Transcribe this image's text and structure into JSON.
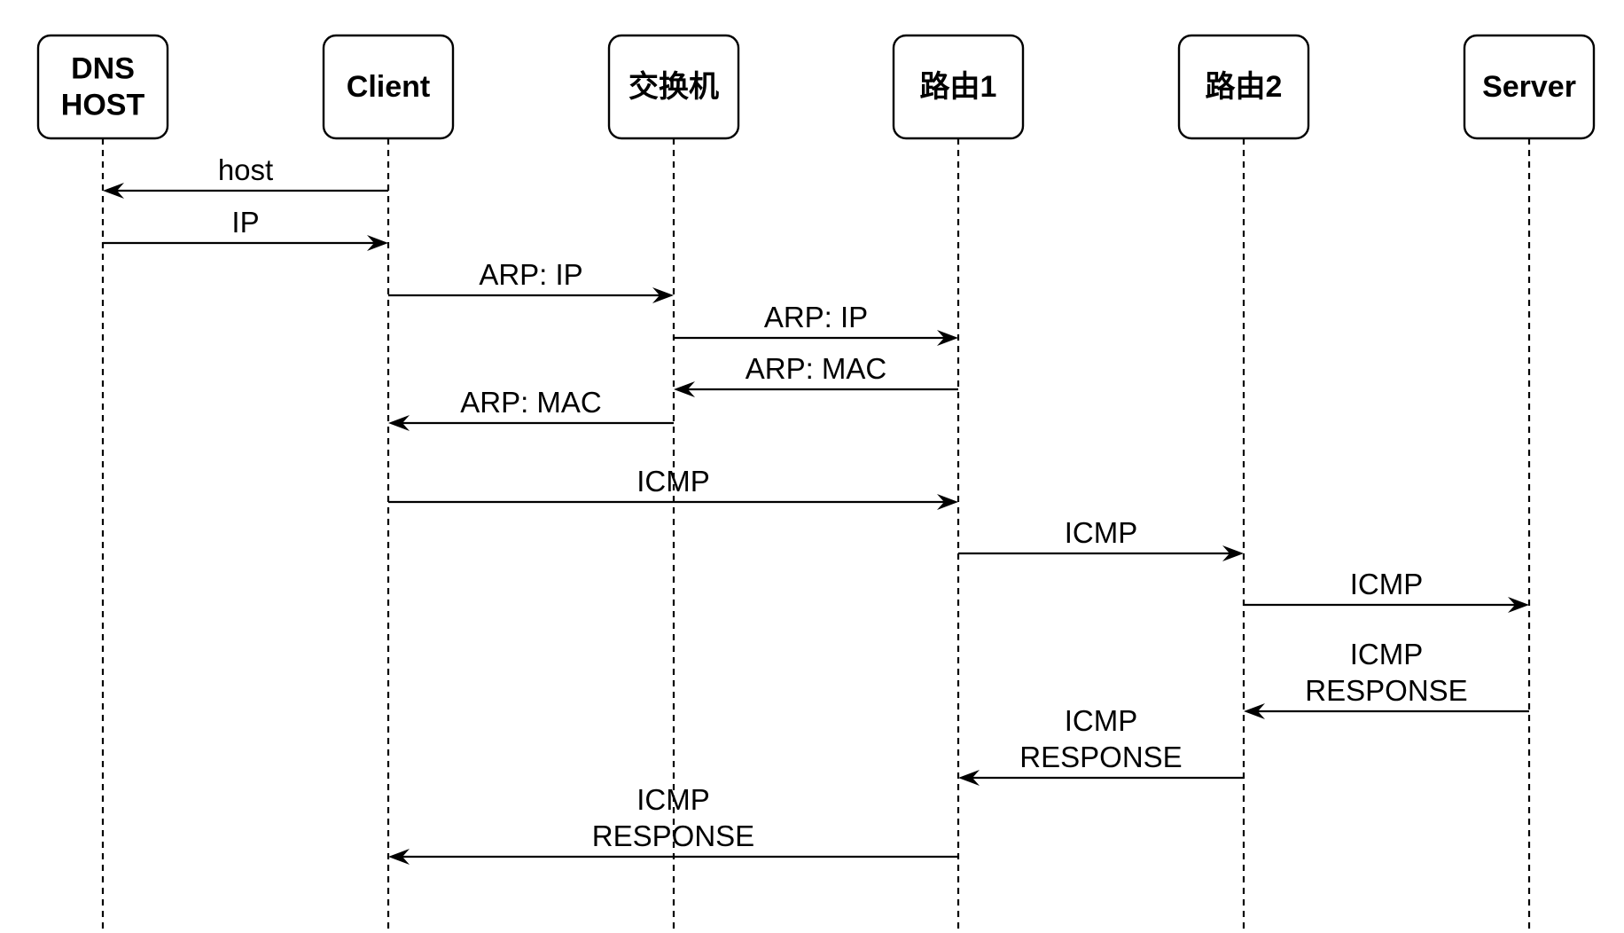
{
  "participants": [
    {
      "id": "dns",
      "lines": [
        "DNS",
        "HOST"
      ]
    },
    {
      "id": "client",
      "lines": [
        "Client"
      ]
    },
    {
      "id": "switch",
      "lines": [
        "交换机"
      ]
    },
    {
      "id": "router1",
      "lines": [
        "路由1"
      ]
    },
    {
      "id": "router2",
      "lines": [
        "路由2"
      ]
    },
    {
      "id": "server",
      "lines": [
        "Server"
      ]
    }
  ],
  "messages": [
    {
      "from": "client",
      "to": "dns",
      "lines": [
        "host"
      ]
    },
    {
      "from": "dns",
      "to": "client",
      "lines": [
        "IP"
      ]
    },
    {
      "from": "client",
      "to": "switch",
      "lines": [
        "ARP: IP"
      ]
    },
    {
      "from": "switch",
      "to": "router1",
      "lines": [
        "ARP: IP"
      ]
    },
    {
      "from": "router1",
      "to": "switch",
      "lines": [
        "ARP: MAC"
      ]
    },
    {
      "from": "switch",
      "to": "client",
      "lines": [
        "ARP: MAC"
      ]
    },
    {
      "from": "client",
      "to": "router1",
      "lines": [
        "ICMP"
      ]
    },
    {
      "from": "router1",
      "to": "router2",
      "lines": [
        "ICMP"
      ]
    },
    {
      "from": "router2",
      "to": "server",
      "lines": [
        "ICMP"
      ]
    },
    {
      "from": "server",
      "to": "router2",
      "lines": [
        "ICMP",
        "RESPONSE"
      ]
    },
    {
      "from": "router2",
      "to": "router1",
      "lines": [
        "ICMP",
        "RESPONSE"
      ]
    },
    {
      "from": "router1",
      "to": "client",
      "lines": [
        "ICMP",
        "RESPONSE"
      ]
    }
  ]
}
